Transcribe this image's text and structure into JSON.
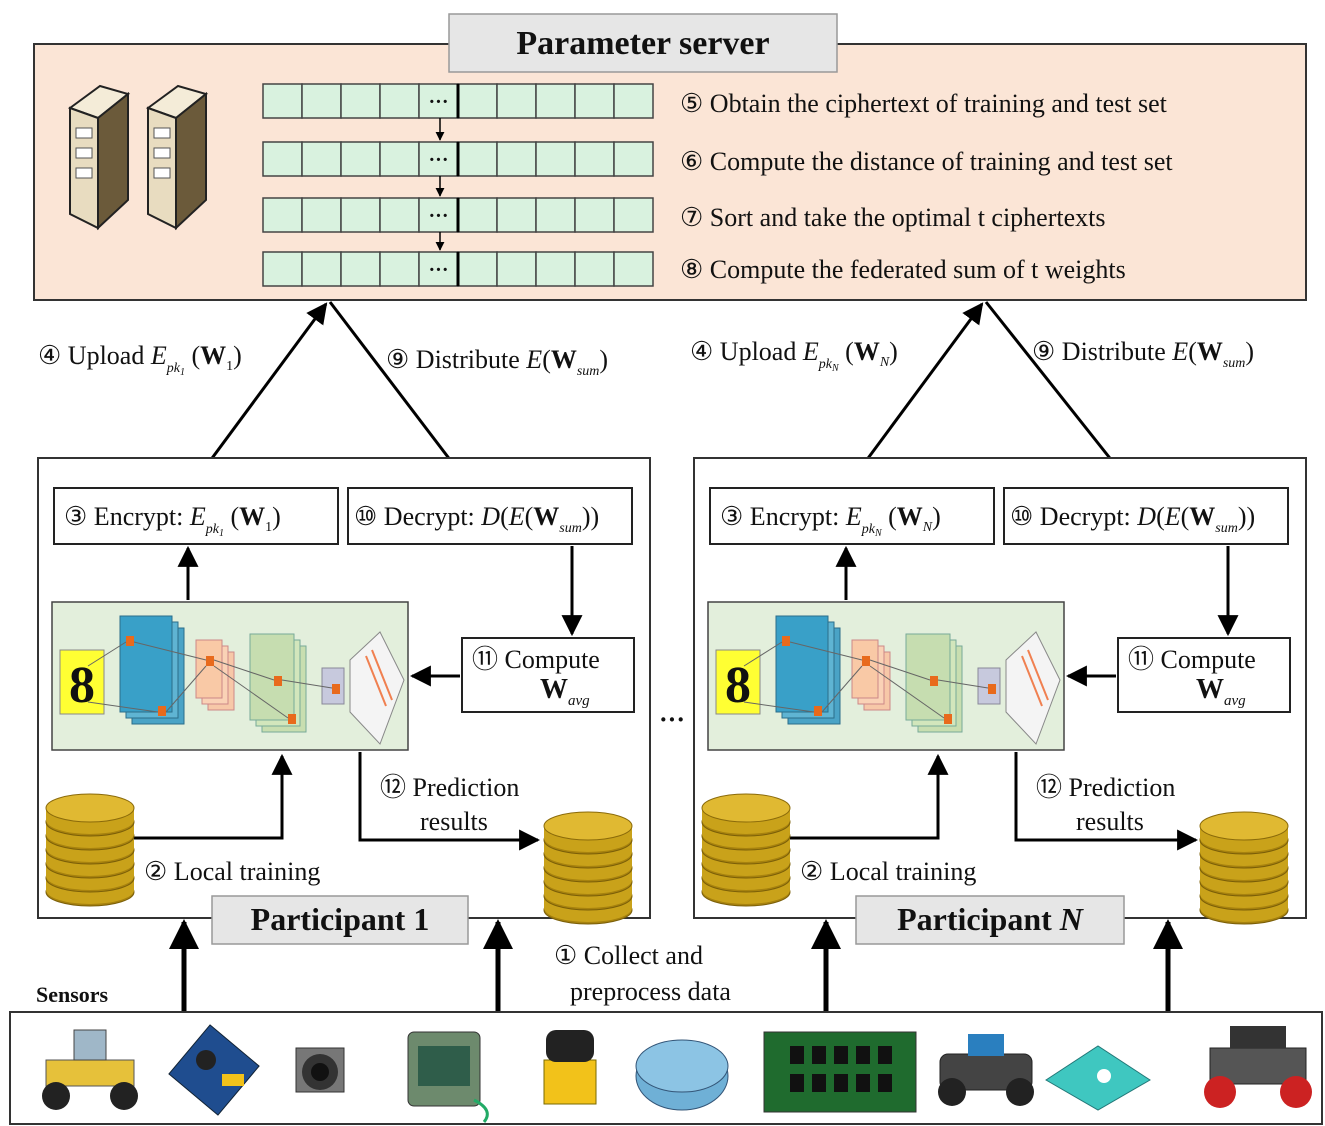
{
  "server": {
    "title": "Parameter server",
    "steps": [
      "⑤ Obtain the ciphertext of training and test set",
      "⑥ Compute the distance of training and test set",
      "⑦ Sort and take the optimal t ciphertexts",
      "⑧ Compute the federated sum of t weights"
    ],
    "cell_ellipsis": "···"
  },
  "arrows": {
    "upload_p1_prefix": "④ Upload ",
    "upload_pN_prefix": "④ Upload ",
    "distribute_prefix": "⑨ Distribute ",
    "E": "E",
    "pk": "pk",
    "sub1": "1",
    "subN": "N",
    "W": "W",
    "sum": "sum",
    "avg": "avg"
  },
  "participants": [
    {
      "title_prefix": "Participant ",
      "title_index": "1",
      "encrypt_prefix": "③ Encrypt: ",
      "decrypt_prefix": "⑩ Decrypt: ",
      "compute_label": "⑪ Compute",
      "digit": "8",
      "prediction": [
        "⑫ Prediction",
        "results"
      ],
      "local_training": "② Local training"
    },
    {
      "title_prefix": "Participant ",
      "title_index": "N",
      "encrypt_prefix": "③ Encrypt: ",
      "decrypt_prefix": "⑩ Decrypt: ",
      "compute_label": "⑪ Compute",
      "digit": "8",
      "prediction": [
        "⑫ Prediction",
        "results"
      ],
      "local_training": "② Local training"
    }
  ],
  "between_dots": "···",
  "collect": [
    "① Collect and",
    "preprocess data"
  ],
  "sensors_label": "Sensors",
  "sensor_icons": [
    "robot-car-icon",
    "sound-sensor-board-icon",
    "camera-module-icon",
    "gps-module-icon",
    "lidar-sensor-icon",
    "round-sensor-icon",
    "circuit-board-icon",
    "smart-robot-car-icon",
    "sensor-chip-icon",
    "wheeled-robot-icon"
  ],
  "colors": {
    "server_bg": "#fbe5d6",
    "cell_fill": "#d9f2df",
    "model_bg": "#e3efdc",
    "label_bg": "#e6e6e6",
    "db_gold": "#c9a21a",
    "digit_bg": "#ffff33"
  }
}
